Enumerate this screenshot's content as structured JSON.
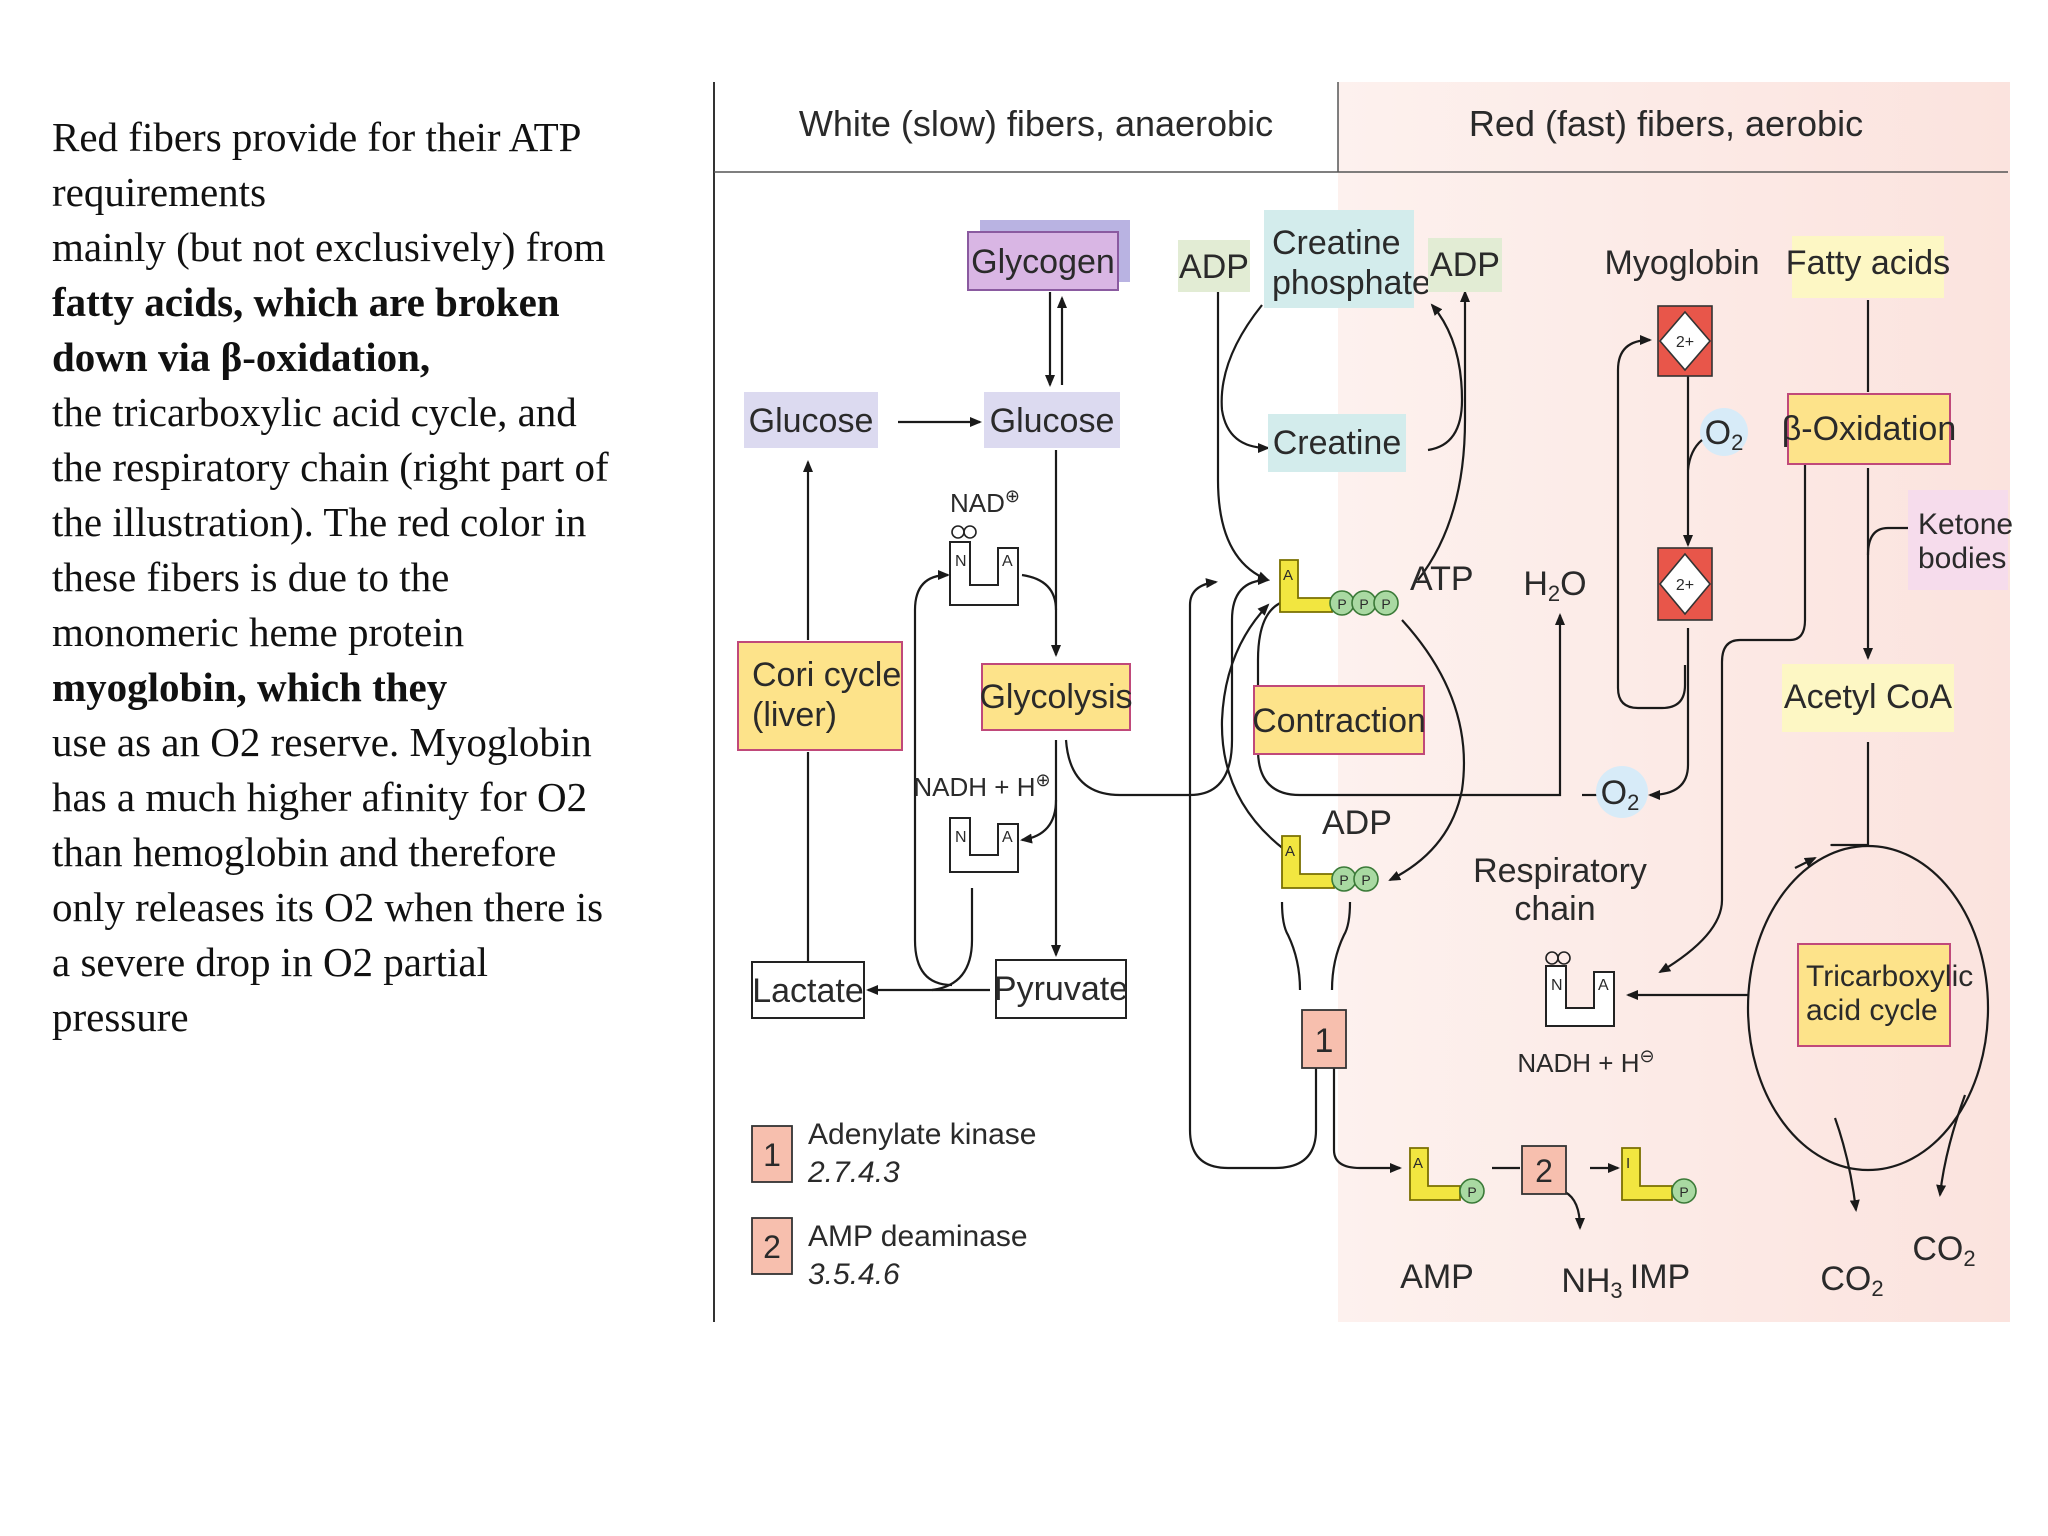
{
  "paragraph_lines": [
    {
      "text": "Red fibers provide for their ATP",
      "bold": false
    },
    {
      "text": "requirements",
      "bold": false
    },
    {
      "text": "mainly (but not exclusively) from",
      "bold": false
    },
    {
      "text": "fatty acids, which are broken",
      "bold": true
    },
    {
      "text": "down via β-oxidation,",
      "bold": true
    },
    {
      "text": "the tricarboxylic acid cycle, and",
      "bold": false
    },
    {
      "text": "the respiratory chain (right part of",
      "bold": false
    },
    {
      "text": "the illustration). The red color in",
      "bold": false
    },
    {
      "text": "these fibers is due to the",
      "bold": false
    },
    {
      "text": "monomeric heme protein",
      "bold": false
    },
    {
      "text": "myoglobin, which they",
      "bold": true
    },
    {
      "text": "use as an O2 reserve. Myoglobin",
      "bold": false
    },
    {
      "text": "has a much higher afinity for O2",
      "bold": false
    },
    {
      "text": "than hemoglobin and therefore",
      "bold": false
    },
    {
      "text": "only releases its O2 when there is",
      "bold": false
    },
    {
      "text": "a severe drop in O2 partial",
      "bold": false
    },
    {
      "text": "pressure",
      "bold": false
    }
  ],
  "diagram": {
    "header_left": "White (slow) fibers, anaerobic",
    "header_right": "Red (fast) fibers, aerobic",
    "glycogen": "Glycogen",
    "glucose_1": "Glucose",
    "glucose_2": "Glucose",
    "nad_plus": "NAD",
    "cori_1": "Cori cycle",
    "cori_2": "(liver)",
    "glycolysis": "Glycolysis",
    "nadh_1": "NADH + H",
    "lactate": "Lactate",
    "pyruvate": "Pyruvate",
    "adp_1": "ADP",
    "creatine_phosphate_1": "Creatine",
    "creatine_phosphate_2": "phosphate",
    "adp_2": "ADP",
    "creatine": "Creatine",
    "atp": "ATP",
    "contraction": "Contraction",
    "adp_3": "ADP",
    "myoglobin": "Myoglobin",
    "fatty_acids": "Fatty acids",
    "beta_oxidation": "β-Oxidation",
    "o2_1": "O",
    "o2_2": "O",
    "h2o": "H",
    "ketone_1": "Ketone",
    "ketone_2": "bodies",
    "acetyl_coa": "Acetyl CoA",
    "resp_chain_1": "Respiratory",
    "resp_chain_2": "chain",
    "nadh_2": "NADH + H",
    "tca_1": "Tricarboxylic",
    "tca_2": "acid cycle",
    "amp": "AMP",
    "nh3": "NH",
    "imp": "IMP",
    "co2_1": "CO",
    "co2_2": "CO",
    "enzyme_1_num": "1",
    "enzyme_2_num": "2",
    "legend_1_name": "Adenylate kinase",
    "legend_1_ec": "2.7.4.3",
    "legend_2_name": "AMP deaminase",
    "legend_2_ec": "3.5.4.6",
    "sub_two": "2",
    "sub_three": "3",
    "heme_charge": "2+",
    "nucleotide_p": "P",
    "nucleotide_a": "A",
    "nucleotide_n": "N",
    "nucleotide_i": "I"
  }
}
